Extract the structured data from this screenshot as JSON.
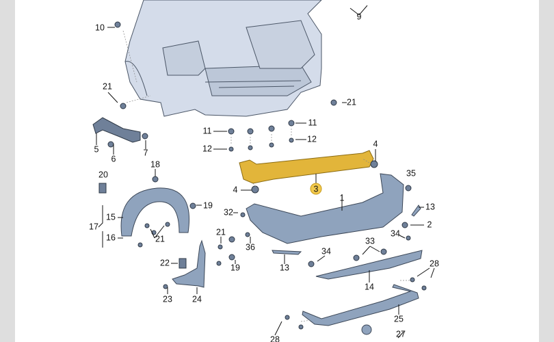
{
  "diagram": {
    "title_hidden": null,
    "callouts": {
      "c1": "1",
      "c2": "2",
      "c3": "3",
      "c4a": "4",
      "c4b": "4",
      "c5": "5",
      "c6": "6",
      "c7": "7",
      "c9": "9",
      "c10": "10",
      "c11a": "11",
      "c11b": "11",
      "c12a": "12",
      "c12b": "12",
      "c13a": "13",
      "c13b": "13",
      "c14": "14",
      "c15": "15",
      "c16": "16",
      "c17": "17",
      "c18": "18",
      "c19a": "19",
      "c19b": "19",
      "c20": "20",
      "c21a": "21",
      "c21b": "21",
      "c21c": "21",
      "c21d": "21",
      "c22": "22",
      "c23": "23",
      "c24": "24",
      "c25": "25",
      "c27": "27",
      "c28a": "28",
      "c28b": "28",
      "c32": "32",
      "c33": "33",
      "c34a": "34",
      "c34b": "34",
      "c35": "35",
      "c36": "36"
    },
    "highlighted_part": "3",
    "colors": {
      "highlight": "#e2b53a",
      "body": "#d4dcea",
      "part": "#8fa3bd",
      "border": "#dedede"
    }
  }
}
